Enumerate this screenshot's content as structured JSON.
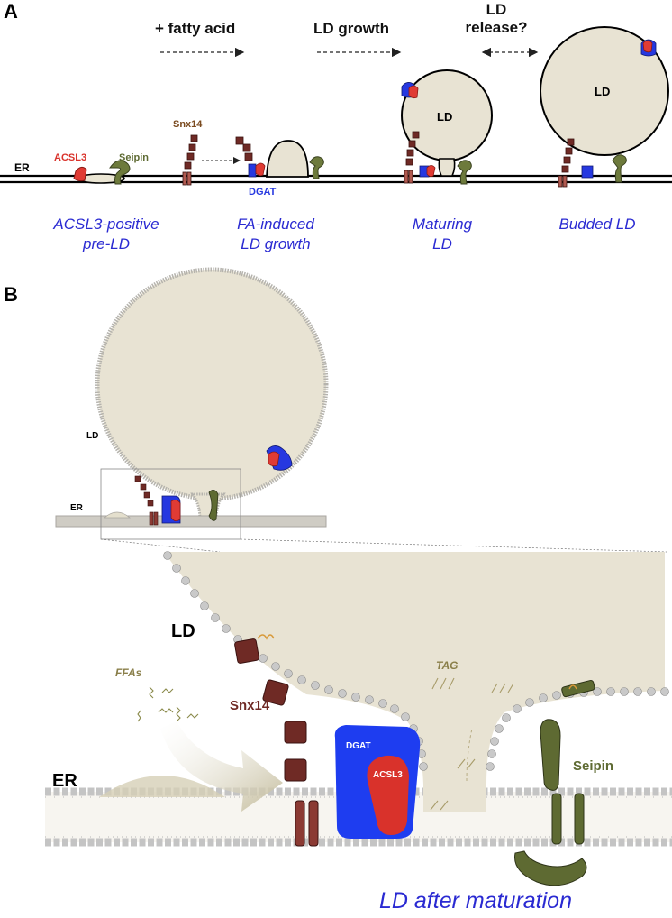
{
  "panel_a": {
    "letter": "A",
    "steps": {
      "fatty_acid": "+ fatty acid",
      "ld_growth": "LD growth",
      "ld_release_1": "LD",
      "ld_release_2": "release?"
    },
    "labels": {
      "er": "ER",
      "acsl3": "ACSL3",
      "seipin": "Seipin",
      "snx14": "Snx14",
      "dgat": "DGAT",
      "ld_maturing": "LD",
      "ld_budded": "LD"
    },
    "captions": {
      "stage1_l1": "ACSL3-positive",
      "stage1_l2": "pre-LD",
      "stage2_l1": "FA-induced",
      "stage2_l2": "LD growth",
      "stage3_l1": "Maturing",
      "stage3_l2": "LD",
      "stage4": "Budded LD"
    }
  },
  "panel_b": {
    "letter": "B",
    "small": {
      "ld": "LD",
      "er": "ER"
    },
    "zoom": {
      "ld": "LD",
      "er": "ER",
      "ffas": "FFAs",
      "snx14": "Snx14",
      "tag": "TAG",
      "dgat": "DGAT",
      "acsl3": "ACSL3",
      "seipin": "Seipin",
      "caption": "LD after maturation"
    }
  },
  "colors": {
    "ld_fill": "#e8e3d3",
    "acsl3": "#d9322b",
    "dgat": "#1e3df0",
    "seipin": "#5e6a32",
    "snx14": "#6f2a25",
    "caption": "#2a2ad2"
  }
}
